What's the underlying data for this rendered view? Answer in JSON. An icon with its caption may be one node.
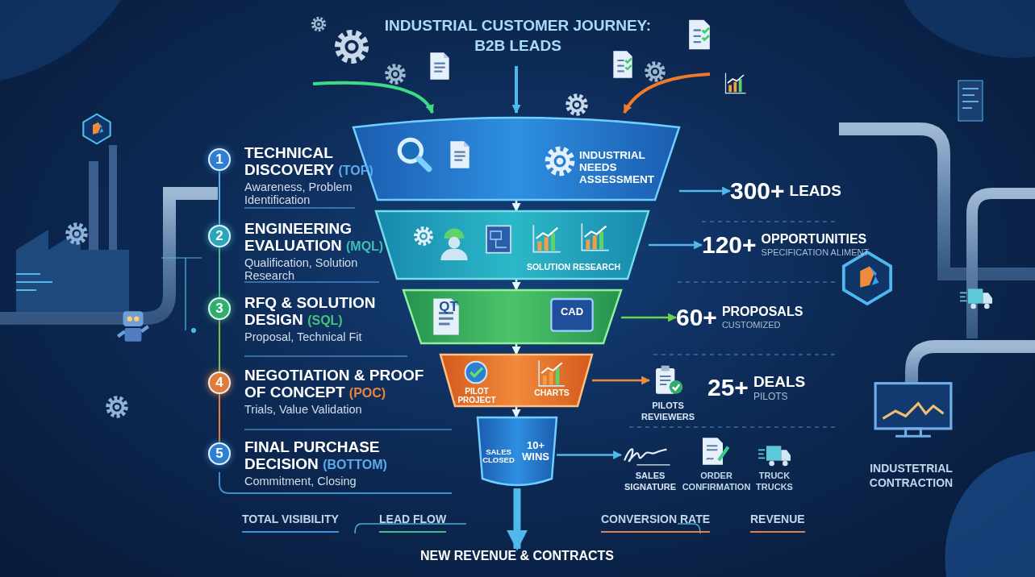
{
  "diagram": {
    "title": "INDUSTRIAL CUSTOMER JOURNEY: B2B LEADS",
    "nodes": [
      {
        "text": [
          "1"
        ]
      },
      {
        "text": [
          "2"
        ]
      },
      {
        "text": [
          "3"
        ]
      },
      {
        "text": [
          "4"
        ]
      },
      {
        "text": [
          "5"
        ]
      },
      {
        "text": [
          "INDUSTRIAL NEEDS ASSESSMENT"
        ]
      },
      {
        "text": [
          "SOLUTION RESEARCH"
        ]
      },
      {
        "text": [
          "QT",
          "CAD"
        ]
      },
      {
        "text": [
          "PILOT PROJECT",
          "CHARTS"
        ]
      },
      {
        "text": [
          "SALES CLOSED",
          "10+ WINS"
        ]
      },
      {
        "text": [
          "300+",
          "LEADS"
        ]
      },
      {
        "text": [
          "120+",
          "OPPORTUNITIES",
          "SPECIFICATION ALIMENT"
        ]
      },
      {
        "text": [
          "60+",
          "PROPOSALS",
          "CUSTOMIZED"
        ]
      },
      {
        "text": [],
        "shape": "picture",
        "beside": [
          "PILOTS REVIEWERS"
        ]
      },
      {
        "text": [],
        "shape": "picture",
        "beside": [
          "SALES SIGNATURE"
        ]
      },
      {
        "text": [
          "NEW REVENUE & CONTRACTS"
        ]
      }
    ],
    "edges": [
      {
        "from": 0,
        "to": 1,
        "arrow": "none"
      },
      {
        "from": 1,
        "to": 2,
        "arrow": "none",
        "color": "#45c08a"
      },
      {
        "from": 2,
        "to": 3,
        "arrow": "none",
        "color": "#7cc24a"
      },
      {
        "from": 3,
        "to": 4,
        "arrow": "none",
        "color": "#e8803a"
      },
      {
        "from": null,
        "to": 5,
        "arrow": "to"
      },
      {
        "from": null,
        "to": 5,
        "arrow": "to",
        "color": "#3ddc84"
      },
      {
        "from": null,
        "to": 5,
        "arrow": "to",
        "color": "#f07a2a"
      },
      {
        "from": 5,
        "to": 10,
        "arrow": "to"
      },
      {
        "from": 6,
        "to": 11,
        "arrow": "to"
      },
      {
        "from": 7,
        "to": 12,
        "arrow": "to",
        "color": "#6cd44c"
      },
      {
        "from": 8,
        "to": 13,
        "arrow": "to",
        "color": "#f08a3c"
      },
      {
        "from": 9,
        "to": 14,
        "arrow": "to"
      },
      {
        "from": 9,
        "to": 15,
        "arrow": "to",
        "style": "thick"
      },
      {
        "from": 5,
        "to": 6,
        "arrow": "to",
        "color": "#e6f6ff"
      },
      {
        "from": 6,
        "to": 7,
        "arrow": "to",
        "color": "#e6f6ff"
      },
      {
        "from": 7,
        "to": 8,
        "arrow": "to",
        "color": "#e6f6ff"
      },
      {
        "from": 8,
        "to": 9,
        "arrow": "to",
        "color": "#e6f6ff"
      }
    ],
    "labels": [
      "TECHNICAL DISCOVERY",
      "(TOP)",
      "Awareness, Problem Identification",
      "ENGINEERING EVALUATION",
      "(MQL)",
      "Qualification, Solution Research",
      "RFQ & SOLUTION DESIGN",
      "(SQL)",
      "Proposal, Technical Fit",
      "NEGOTIATION & PROOF OF CONCEPT",
      "(POC)",
      "Trials, Value Validation",
      "FINAL PURCHASE DECISION",
      "(BOTTOM)",
      "Commitment, Closing",
      "25+",
      "DEALS",
      "PILOTS",
      "ORDER CONFIRMATION",
      "TRUCK TRUCKS",
      "INDUSTETRIAL CONTRACTION",
      "TOTAL VISIBILITY",
      "LEAD FLOW",
      "CONVERSION RATE",
      "REVENUE"
    ]
  }
}
